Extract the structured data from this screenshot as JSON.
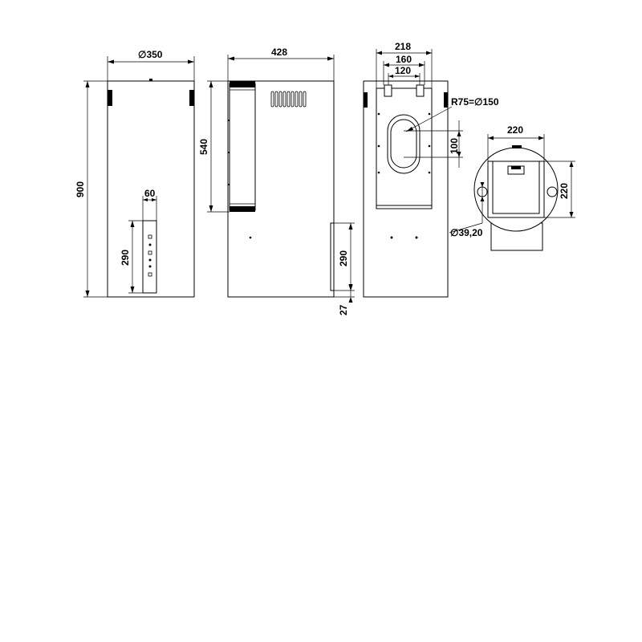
{
  "dimensions": {
    "front_diameter": "350",
    "front_height": "900",
    "control_width": "60",
    "control_height": "290",
    "side_depth": "428",
    "side_filter_height": "540",
    "side_panel_height": "290",
    "side_foot": "27",
    "back_outer": "218",
    "back_mid": "160",
    "back_inner": "120",
    "back_radius": "R75=",
    "back_radius_diameter": "150",
    "back_slot_height": "100",
    "top_width": "220",
    "top_height": "220",
    "top_hole": "39,20"
  },
  "symbols": {
    "diameter": "∅"
  }
}
